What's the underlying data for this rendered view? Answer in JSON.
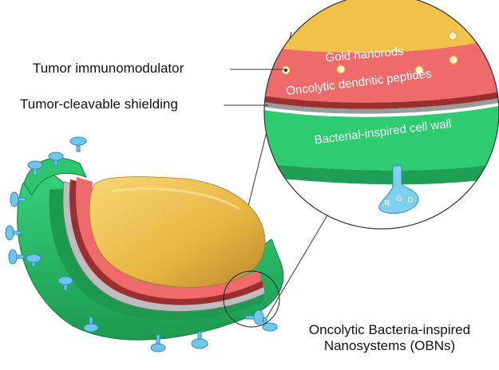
{
  "labels": {
    "tumor_immunomodulator": "Tumor immunomodulator",
    "tumor_cleavable_shielding": "Tumor-cleavable shielding",
    "obn_line1": "Oncolytic Bacteria-inspired",
    "obn_line2": "Nanosystems (OBNs)"
  },
  "zoom_layers": {
    "gold": "Gold nanorods",
    "peptides": "Oncolytic dendritic peptides",
    "cell_wall": "Bacterial-inspired cell wall"
  },
  "ligand_letters": [
    "R",
    "G",
    "D"
  ],
  "colors": {
    "gold": "#f2c14a",
    "peptide_red": "#ef6b6b",
    "dark_red": "#9b2e2e",
    "green": "#2ecc71",
    "dark_green": "#1f9e55",
    "cyan": "#7fd0ef",
    "gray": "#b9b9b9"
  }
}
